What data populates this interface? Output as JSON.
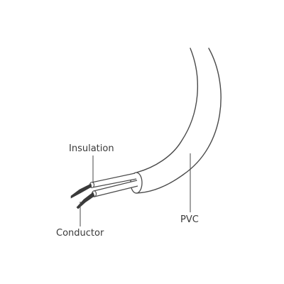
{
  "labels": {
    "insulation": "Insulation",
    "conductor": "Conductor",
    "pvc": "PVC"
  },
  "colors": {
    "outline": "#4a4a4a",
    "conductor_core": "#3a3a3a",
    "fill": "#ffffff",
    "text": "#3a3a3a"
  }
}
